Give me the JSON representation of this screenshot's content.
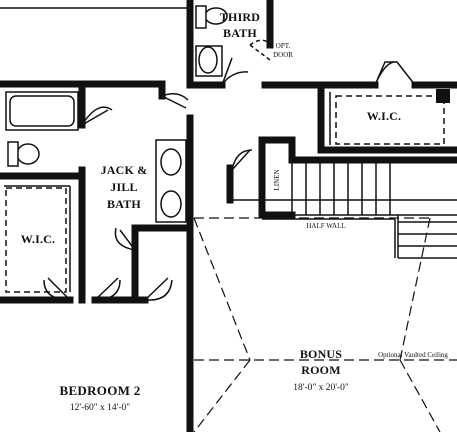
{
  "rooms": {
    "third_bath": [
      "THIRD",
      "BATH"
    ],
    "jack_jill_bath": [
      "JACK &",
      "JILL",
      "BATH"
    ],
    "wic_left": "W.I.C.",
    "wic_right": "W.I.C.",
    "linen": "LINEN",
    "bedroom2": {
      "name": "BEDROOM 2",
      "dim": "12'-60\" x 14'-0\""
    },
    "bonus_room": {
      "name": [
        "BONUS",
        "ROOM"
      ],
      "dim": "18'-0\" x 20'-0\""
    }
  },
  "notes": {
    "opt_door": [
      "OPT.",
      "DOOR"
    ],
    "half_wall": "HALF WALL",
    "vaulted": "Optional Vaulted Ceiling"
  }
}
